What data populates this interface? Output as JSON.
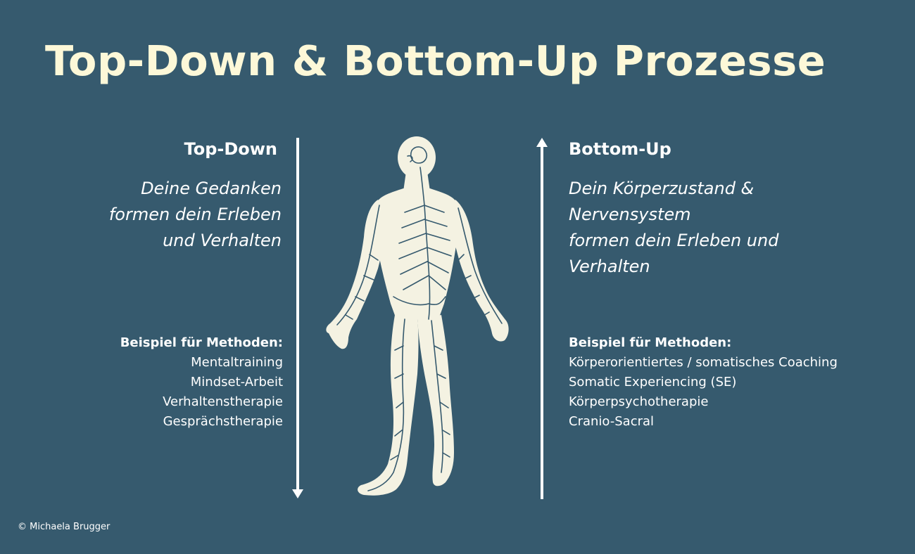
{
  "title": "Top-Down & Bottom-Up Prozesse",
  "left": {
    "heading": "Top-Down",
    "description_lines": [
      "Deine Gedanken",
      "formen dein Erleben",
      "und Verhalten"
    ],
    "methods_heading": "Beispiel für Methoden:",
    "methods": [
      "Mentaltraining",
      "Mindset-Arbeit",
      "Verhaltenstherapie",
      "Gesprächstherapie"
    ],
    "arrow_direction": "down"
  },
  "right": {
    "heading": "Bottom-Up",
    "description_lines": [
      "Dein Körperzustand &",
      "Nervensystem",
      "formen dein Erleben und",
      "Verhalten"
    ],
    "methods_heading": "Beispiel für Methoden:",
    "methods": [
      "Körperorientiertes / somatisches Coaching",
      "Somatic Experiencing (SE)",
      "Körperpsychotherapie",
      "Cranio-Sacral"
    ],
    "arrow_direction": "up"
  },
  "figure": {
    "icon": "nervous-system-human-figure"
  },
  "copyright": "© Michaela Brugger",
  "colors": {
    "background": "#365a6e",
    "title": "#fdf8d8",
    "text": "#ffffff",
    "figure": "#f4f2e2"
  }
}
